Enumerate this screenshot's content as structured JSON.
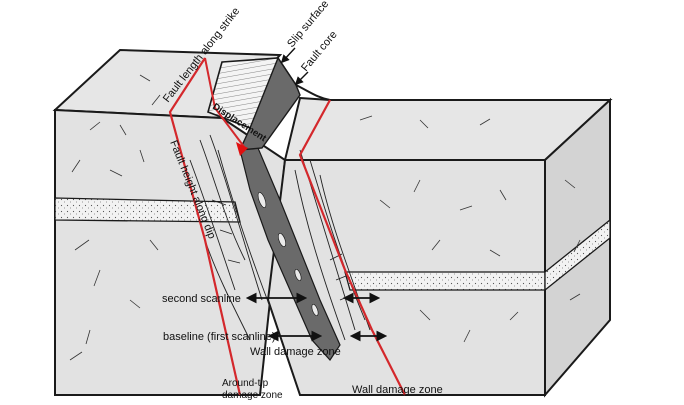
{
  "labels": {
    "slip_surface": "Slip surface",
    "fault_core": "Fault core",
    "fault_length": "Fault length along strike",
    "fault_height": "Fault height along dip",
    "displacement": "Displacement",
    "second_scanline": "second scanline",
    "baseline": "baseline (first scanline)",
    "wall_damage_zone_1": "Wall damage zone",
    "wall_damage_zone_2": "Wall damage zone",
    "around_tip_line1": "Around-tip",
    "around_tip_line2": "damage zone"
  },
  "colors": {
    "block_fill": "#e2e2e2",
    "block_side": "#d3d3d3",
    "outline": "#1a1a1a",
    "fault_boundary": "#d4282c",
    "fault_core": "#6a6a6a",
    "sand_layer": "#f2f2f2",
    "tip_marker": "#e01010"
  }
}
